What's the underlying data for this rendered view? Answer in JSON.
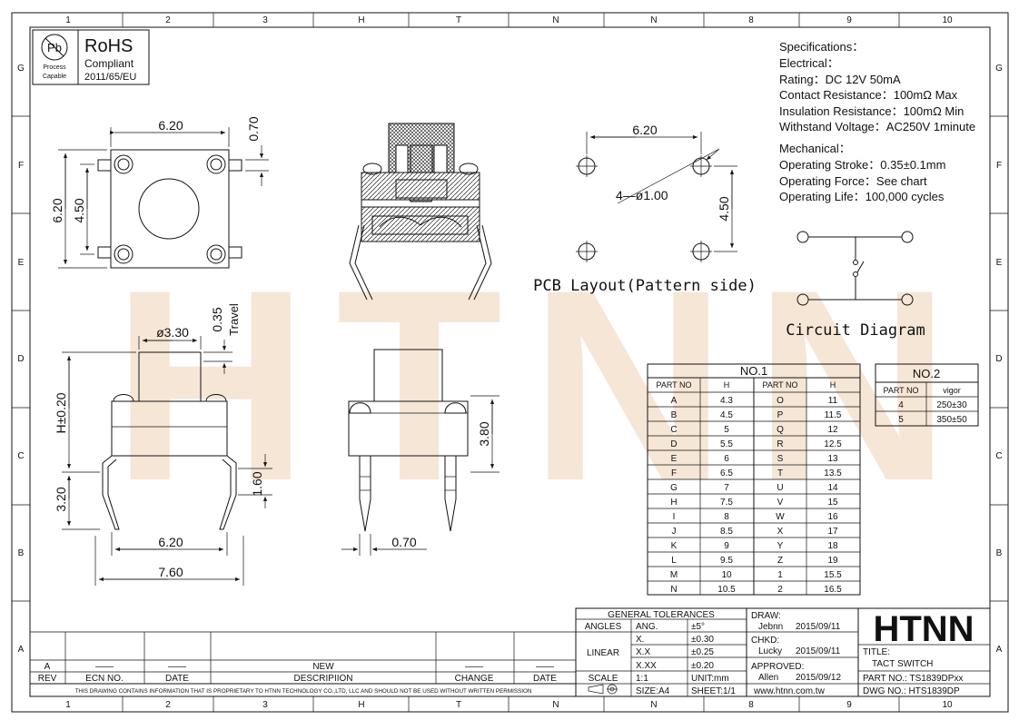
{
  "frame": {
    "columns": [
      "1",
      "2",
      "3",
      "H",
      "T",
      "N",
      "N",
      "8",
      "9",
      "10"
    ],
    "rows": [
      "G",
      "F",
      "E",
      "D",
      "C",
      "B",
      "A"
    ]
  },
  "rohs": {
    "pb_symbol": "Pb",
    "process_label": "Process",
    "capable_label": "Capable",
    "title": "RoHS",
    "compliant": "Compliant",
    "directive": "2011/65/EU"
  },
  "watermark": "HTNN",
  "specs": {
    "heading": "Specifications：",
    "electrical": "Electrical：",
    "rating": "Rating：DC 12V 50mA",
    "contact": "Contact Resistance：100mΩ Max",
    "insulation": "Insulation Resistance：100mΩ Min",
    "withstand": "Withstand Voltage：AC250V 1minute",
    "mechanical": "Mechanical：",
    "stroke": "Operating Stroke：0.35±0.1mm",
    "force": "Operating Force：See chart",
    "life": "Operating Life：100,000 cycles"
  },
  "dims": {
    "top_width": "6.20",
    "top_height": "6.20",
    "top_inner": "4.50",
    "top_tab": "0.70",
    "pcb_width": "6.20",
    "pcb_holes": "4—ø1.00",
    "pcb_height": "4.50",
    "side_dia": "ø3.30",
    "side_travel": "0.35",
    "side_travel_label": "Travel",
    "side_h": "H±0.20",
    "side_320": "3.20",
    "side_160": "1.60",
    "side_620": "6.20",
    "side_760": "7.60",
    "front_380": "3.80",
    "front_070": "0.70"
  },
  "labels": {
    "pcb_layout": "PCB Layout(Pattern side)",
    "circuit": "Circuit Diagram"
  },
  "table1": {
    "title": "NO.1",
    "headers": [
      "PART NO",
      "H",
      "PART NO",
      "H"
    ],
    "rows": [
      [
        "A",
        "4.3",
        "O",
        "11"
      ],
      [
        "B",
        "4.5",
        "P",
        "11.5"
      ],
      [
        "C",
        "5",
        "Q",
        "12"
      ],
      [
        "D",
        "5.5",
        "R",
        "12.5"
      ],
      [
        "E",
        "6",
        "S",
        "13"
      ],
      [
        "F",
        "6.5",
        "T",
        "13.5"
      ],
      [
        "G",
        "7",
        "U",
        "14"
      ],
      [
        "H",
        "7.5",
        "V",
        "15"
      ],
      [
        "I",
        "8",
        "W",
        "16"
      ],
      [
        "J",
        "8.5",
        "X",
        "17"
      ],
      [
        "K",
        "9",
        "Y",
        "18"
      ],
      [
        "L",
        "9.5",
        "Z",
        "19"
      ],
      [
        "M",
        "10",
        "1",
        "15.5"
      ],
      [
        "N",
        "10.5",
        "2",
        "16.5"
      ]
    ]
  },
  "table2": {
    "title": "NO.2",
    "headers": [
      "PART NO",
      "vigor"
    ],
    "rows": [
      [
        "4",
        "250±30"
      ],
      [
        "5",
        "350±50"
      ]
    ]
  },
  "titleblock": {
    "gen_tol": "GENERAL TOLERANCES",
    "angles": "ANGLES",
    "ang": "ANG.",
    "ang_val": "±5°",
    "linear": "LINEAR",
    "x1": "X.",
    "x1_val": "±0.30",
    "x2": "X.X",
    "x2_val": "±0.25",
    "x3": "X.XX",
    "x3_val": "±0.20",
    "scale": "SCALE",
    "scale_val": "1:1",
    "unit": "UNIT:mm",
    "size": "SIZE:A4",
    "sheet": "SHEET:1/1",
    "draw": "DRAW:",
    "draw_name": "Jebnn",
    "draw_date": "2015/09/11",
    "chkd": "CHKD:",
    "chkd_name": "Lucky",
    "chkd_date": "2015/09/11",
    "approved": "APPROVED:",
    "appr_name": "Allen",
    "appr_date": "2015/09/12",
    "website": "www.htnn.com.tw",
    "logo": "HTNN",
    "title_label": "TITLE:",
    "title_val": "TACT SWITCH",
    "part_no": "PART NO.: TS1839DPxx",
    "dwg_no": "DWG NO.: HTS1839DP"
  },
  "revblock": {
    "rev_mark": "A",
    "dash1": "——",
    "dash2": "——",
    "new": "NEW",
    "dash3": "——",
    "dash4": "——",
    "rev": "REV",
    "ecn": "ECN NO.",
    "date": "DATE",
    "desc": "DESCRIPIION",
    "change": "CHANGE",
    "date2": "DATE",
    "notice": "THIS DRAWING CONTAINS INFORMATION THAT IS PROPRIETARY TO HTNN TECHNOLOGY CO.,LTD, LLC AND SHOULD NOT BE USED WITHOUT WRITTEN PERMISSION"
  }
}
